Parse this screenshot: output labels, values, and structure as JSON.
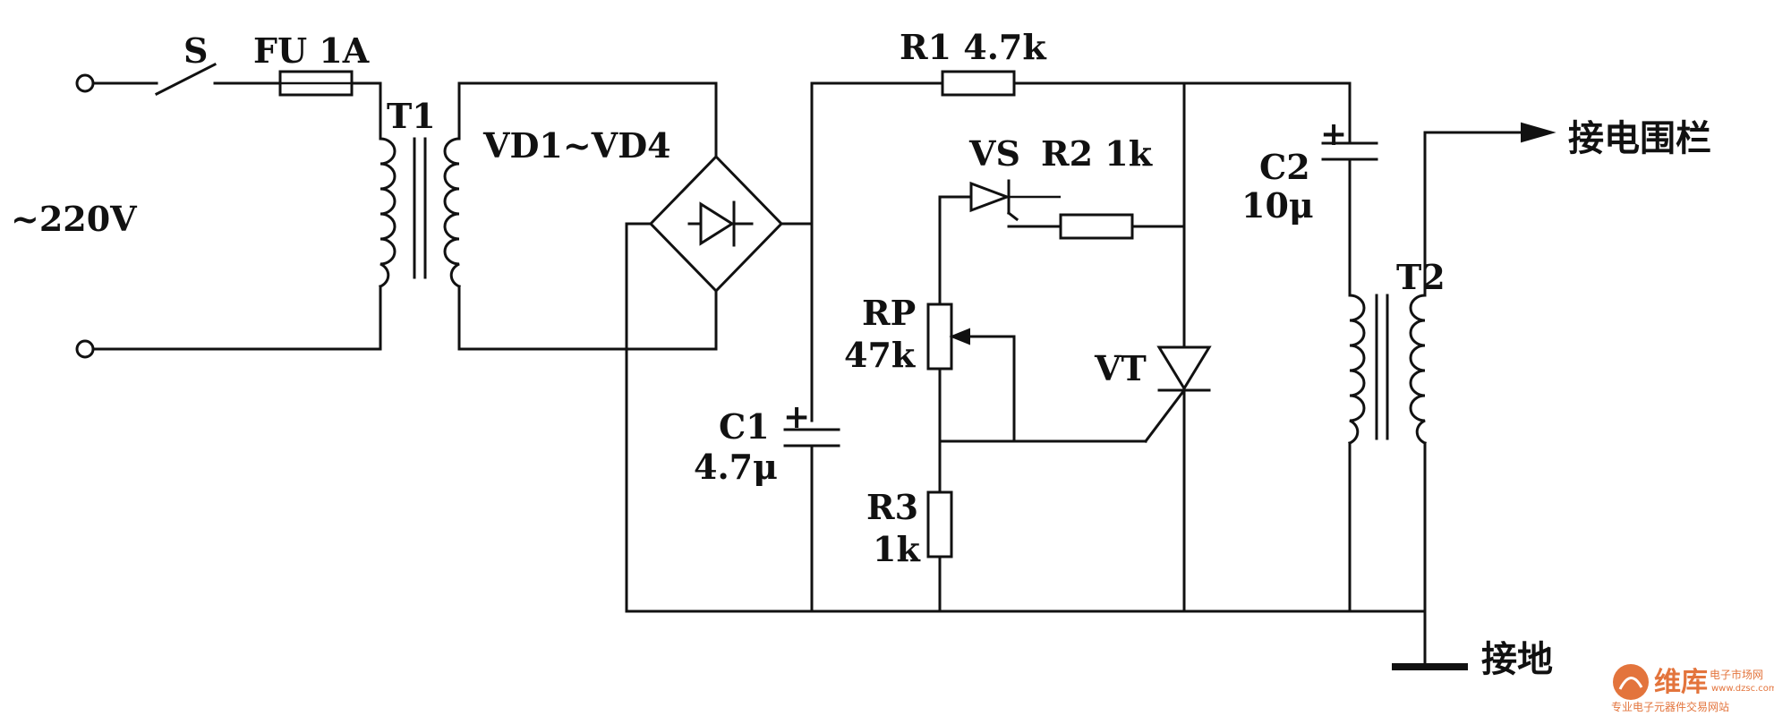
{
  "labels": {
    "switch": "S",
    "fuse": "FU 1A",
    "mains": "~220V",
    "t1": "T1",
    "bridge": "VD1~VD4",
    "r1": "R1 4.7k",
    "vs": "VS",
    "r2": "R2 1k",
    "c2_name": "C2",
    "c2_value": "10μ",
    "t2": "T2",
    "output": "接电围栏",
    "rp_name": "RP",
    "rp_value": "47k",
    "vt": "VT",
    "c1_name": "C1",
    "c1_value": "4.7μ",
    "r3_name": "R3",
    "r3_value": "1k",
    "ground": "接地",
    "plus": "+"
  },
  "watermark": {
    "brand": "维库",
    "brand_sub": "电子市场网",
    "site": "www.dzsc.com",
    "slogan": "专业电子元器件交易网站"
  }
}
